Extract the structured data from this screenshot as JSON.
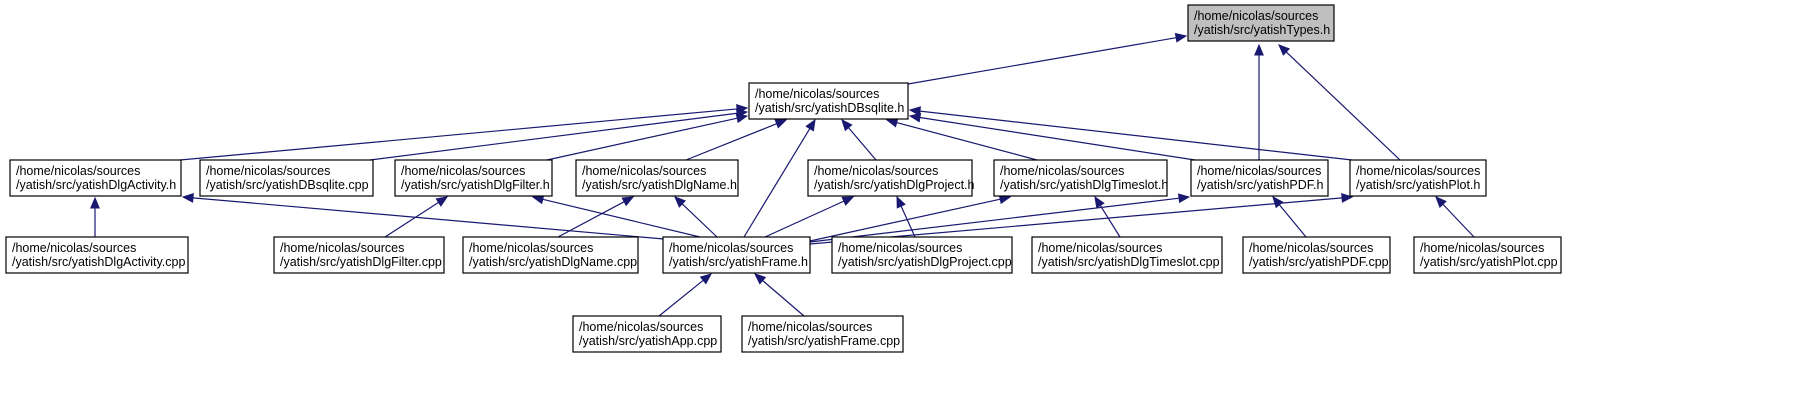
{
  "diagram": {
    "type": "include-dependency-graph",
    "colors": {
      "edge": "#191970",
      "root_fill": "#bfbfbf",
      "node_fill": "#ffffff",
      "node_border": "#000000"
    },
    "nodes": [
      {
        "id": "types",
        "lines": [
          "/home/nicolas/sources",
          "/yatish/src/yatishTypes.h"
        ],
        "highlighted": true
      },
      {
        "id": "dbsqlite_h",
        "lines": [
          "/home/nicolas/sources",
          "/yatish/src/yatishDBsqlite.h"
        ]
      },
      {
        "id": "dlgactivity_h",
        "lines": [
          "/home/nicolas/sources",
          "/yatish/src/yatishDlgActivity.h"
        ]
      },
      {
        "id": "dbsqlite_cpp",
        "lines": [
          "/home/nicolas/sources",
          "/yatish/src/yatishDBsqlite.cpp"
        ]
      },
      {
        "id": "dlgfilter_h",
        "lines": [
          "/home/nicolas/sources",
          "/yatish/src/yatishDlgFilter.h"
        ]
      },
      {
        "id": "dlgname_h",
        "lines": [
          "/home/nicolas/sources",
          "/yatish/src/yatishDlgName.h"
        ]
      },
      {
        "id": "dlgproject_h",
        "lines": [
          "/home/nicolas/sources",
          "/yatish/src/yatishDlgProject.h"
        ]
      },
      {
        "id": "dlgtimeslot_h",
        "lines": [
          "/home/nicolas/sources",
          "/yatish/src/yatishDlgTimeslot.h"
        ]
      },
      {
        "id": "pdf_h",
        "lines": [
          "/home/nicolas/sources",
          "/yatish/src/yatishPDF.h"
        ]
      },
      {
        "id": "plot_h",
        "lines": [
          "/home/nicolas/sources",
          "/yatish/src/yatishPlot.h"
        ]
      },
      {
        "id": "dlgactivity_cpp",
        "lines": [
          "/home/nicolas/sources",
          "/yatish/src/yatishDlgActivity.cpp"
        ]
      },
      {
        "id": "dlgfilter_cpp",
        "lines": [
          "/home/nicolas/sources",
          "/yatish/src/yatishDlgFilter.cpp"
        ]
      },
      {
        "id": "dlgname_cpp",
        "lines": [
          "/home/nicolas/sources",
          "/yatish/src/yatishDlgName.cpp"
        ]
      },
      {
        "id": "frame_h",
        "lines": [
          "/home/nicolas/sources",
          "/yatish/src/yatishFrame.h"
        ]
      },
      {
        "id": "dlgproject_cpp",
        "lines": [
          "/home/nicolas/sources",
          "/yatish/src/yatishDlgProject.cpp"
        ]
      },
      {
        "id": "dlgtimeslot_cpp",
        "lines": [
          "/home/nicolas/sources",
          "/yatish/src/yatishDlgTimeslot.cpp"
        ]
      },
      {
        "id": "pdf_cpp",
        "lines": [
          "/home/nicolas/sources",
          "/yatish/src/yatishPDF.cpp"
        ]
      },
      {
        "id": "plot_cpp",
        "lines": [
          "/home/nicolas/sources",
          "/yatish/src/yatishPlot.cpp"
        ]
      },
      {
        "id": "app_cpp",
        "lines": [
          "/home/nicolas/sources",
          "/yatish/src/yatishApp.cpp"
        ]
      },
      {
        "id": "frame_cpp",
        "lines": [
          "/home/nicolas/sources",
          "/yatish/src/yatishFrame.cpp"
        ]
      }
    ],
    "edges": [
      {
        "from": "dbsqlite_h",
        "to": "types"
      },
      {
        "from": "pdf_h",
        "to": "types"
      },
      {
        "from": "plot_h",
        "to": "types"
      },
      {
        "from": "dlgactivity_h",
        "to": "dbsqlite_h"
      },
      {
        "from": "dbsqlite_cpp",
        "to": "dbsqlite_h"
      },
      {
        "from": "dlgfilter_h",
        "to": "dbsqlite_h"
      },
      {
        "from": "dlgname_h",
        "to": "dbsqlite_h"
      },
      {
        "from": "frame_h",
        "to": "dbsqlite_h"
      },
      {
        "from": "dlgproject_h",
        "to": "dbsqlite_h"
      },
      {
        "from": "dlgtimeslot_h",
        "to": "dbsqlite_h"
      },
      {
        "from": "pdf_h",
        "to": "dbsqlite_h"
      },
      {
        "from": "plot_h",
        "to": "dbsqlite_h"
      },
      {
        "from": "dlgactivity_cpp",
        "to": "dlgactivity_h"
      },
      {
        "from": "frame_h",
        "to": "dlgactivity_h"
      },
      {
        "from": "dlgfilter_cpp",
        "to": "dlgfilter_h"
      },
      {
        "from": "frame_h",
        "to": "dlgfilter_h"
      },
      {
        "from": "dlgname_cpp",
        "to": "dlgname_h"
      },
      {
        "from": "frame_h",
        "to": "dlgname_h"
      },
      {
        "from": "frame_h",
        "to": "dlgproject_h"
      },
      {
        "from": "dlgproject_cpp",
        "to": "dlgproject_h"
      },
      {
        "from": "frame_h",
        "to": "dlgtimeslot_h"
      },
      {
        "from": "dlgtimeslot_cpp",
        "to": "dlgtimeslot_h"
      },
      {
        "from": "frame_h",
        "to": "pdf_h"
      },
      {
        "from": "pdf_cpp",
        "to": "pdf_h"
      },
      {
        "from": "frame_h",
        "to": "plot_h"
      },
      {
        "from": "plot_cpp",
        "to": "plot_h"
      },
      {
        "from": "app_cpp",
        "to": "frame_h"
      },
      {
        "from": "frame_cpp",
        "to": "frame_h"
      }
    ]
  }
}
